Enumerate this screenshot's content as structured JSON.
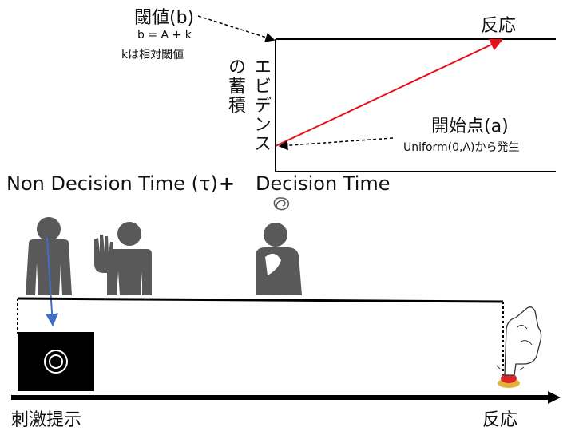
{
  "threshold": {
    "title": "閾値(b)",
    "formula": "b = A + k",
    "note": "kは相対閾値"
  },
  "evidence_axis_label_col1": "エビデンス",
  "evidence_axis_label_col2": "の蓄積",
  "response_top": "反応",
  "start_point": {
    "title": "開始点(a)",
    "note": "Uniform(0,A)から発生"
  },
  "non_decision_time": "Non Decision Time (τ)",
  "plus": "+",
  "decision_time": "Decision Time",
  "timeline": {
    "stimulus_label": "刺激提示",
    "response_label": "反応"
  },
  "colors": {
    "evidence_line": "#e8101a",
    "arrow_blue": "#3f6fc6",
    "figure_gray": "#595959",
    "stimulus_box": "#000000",
    "button_red": "#d9262c",
    "button_gold": "#e3b23c"
  }
}
